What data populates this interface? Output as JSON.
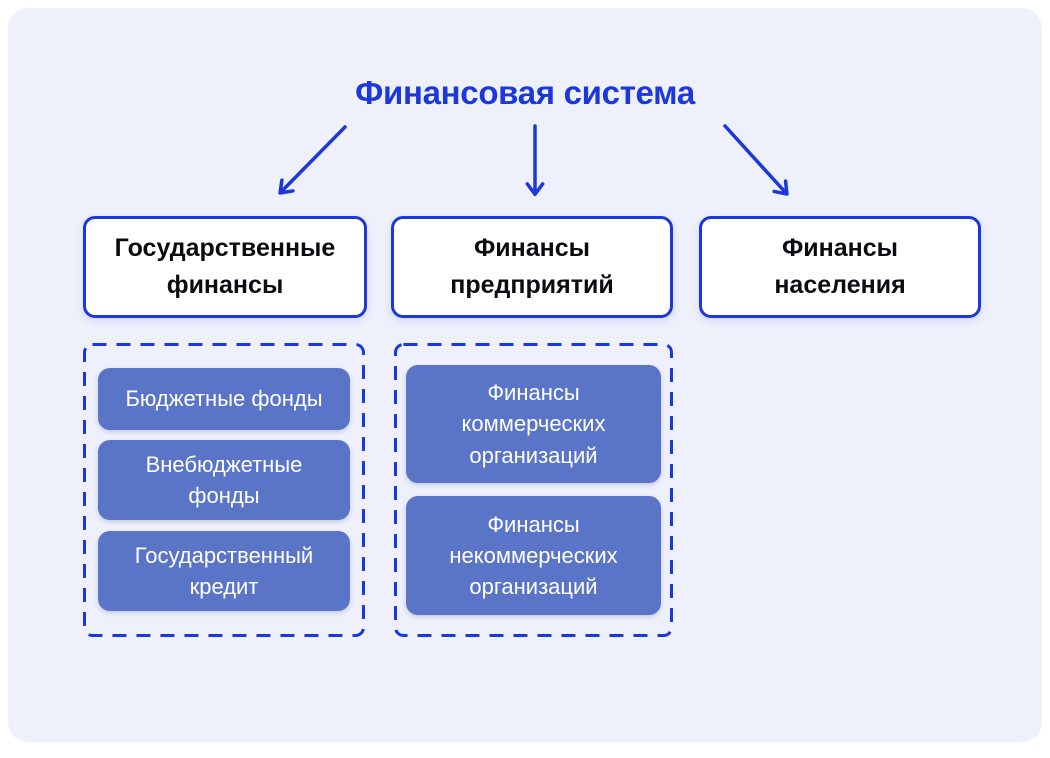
{
  "theme": {
    "page_background": "#ffffff",
    "panel_background": "#eef1fb",
    "accent_blue": "#1c38db",
    "node_blue": "#5a75c8",
    "node_text": "#ffffff",
    "branch_text": "#0b0b10"
  },
  "diagram": {
    "title": "Финансовая система",
    "branches": [
      {
        "label": "Государственные\nфинансы",
        "children": [
          "Бюджетные фонды",
          "Внебюджетные\nфонды",
          "Государственный\nкредит"
        ]
      },
      {
        "label": "Финансы\nпредприятий",
        "children": [
          "Финансы\nкоммерческих\nорганизаций",
          "Финансы\nнекоммерческих\nорганизаций"
        ]
      },
      {
        "label": "Финансы\nнаселения",
        "children": []
      }
    ]
  }
}
